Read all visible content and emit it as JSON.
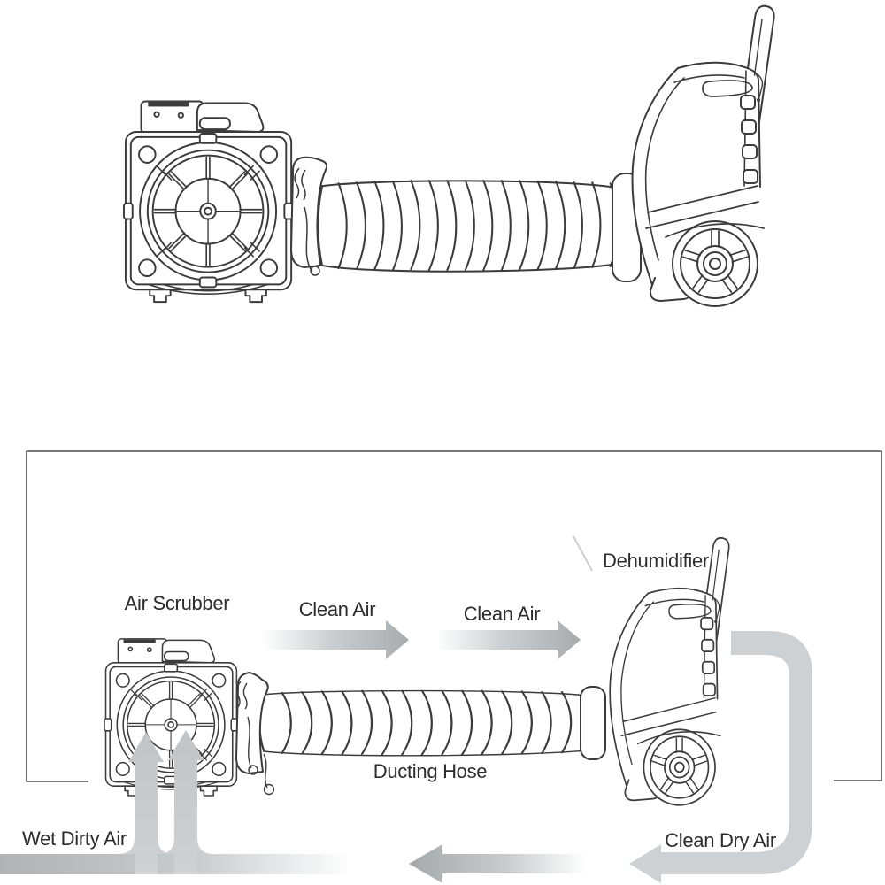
{
  "labels": {
    "air_scrubber": "Air Scrubber",
    "clean_air_first": "Clean Air",
    "clean_air_second": "Clean Air",
    "dehumidifier": "Dehumidifier",
    "ducting_hose": "Ducting Hose",
    "wet_dirty_air": "Wet Dirty Air",
    "clean_dry_air": "Clean Dry Air"
  },
  "colors": {
    "background": "#ffffff",
    "line_art": "#3b3b3b",
    "frame": "#4d4d4d",
    "label_text": "#2c2c2c",
    "arrow_gray_dark": "#a6abad",
    "arrow_gray_mid": "#c6cacc",
    "pipe_gray": "#ced1d3"
  }
}
